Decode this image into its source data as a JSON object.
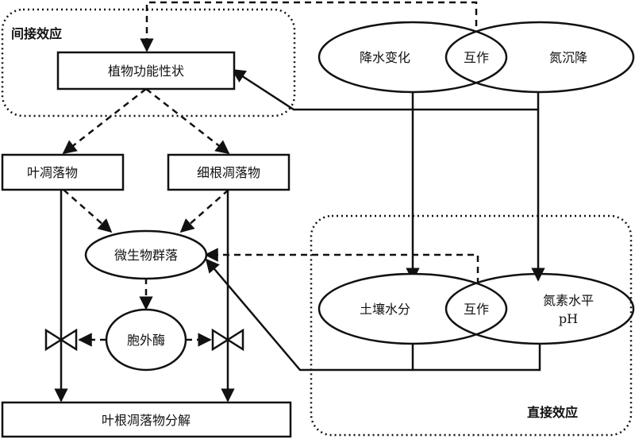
{
  "regions": {
    "indirect_label": "间接效应",
    "direct_label": "直接效应"
  },
  "nodes": {
    "plant_traits": "植物功能性状",
    "leaf_litter": "叶凋落物",
    "fine_root_litter": "细根凋落物",
    "microbial_community": "微生物群落",
    "exoenzyme": "胞外酶",
    "decomposition": "叶根凋落物分解",
    "precip_change": "降水变化",
    "nitrogen_deposition": "氮沉降",
    "soil_moisture": "土壤水分",
    "nitrogen_level": "氮素水平",
    "ph": "pH",
    "interaction_top": "互作",
    "interaction_bottom": "互作"
  }
}
